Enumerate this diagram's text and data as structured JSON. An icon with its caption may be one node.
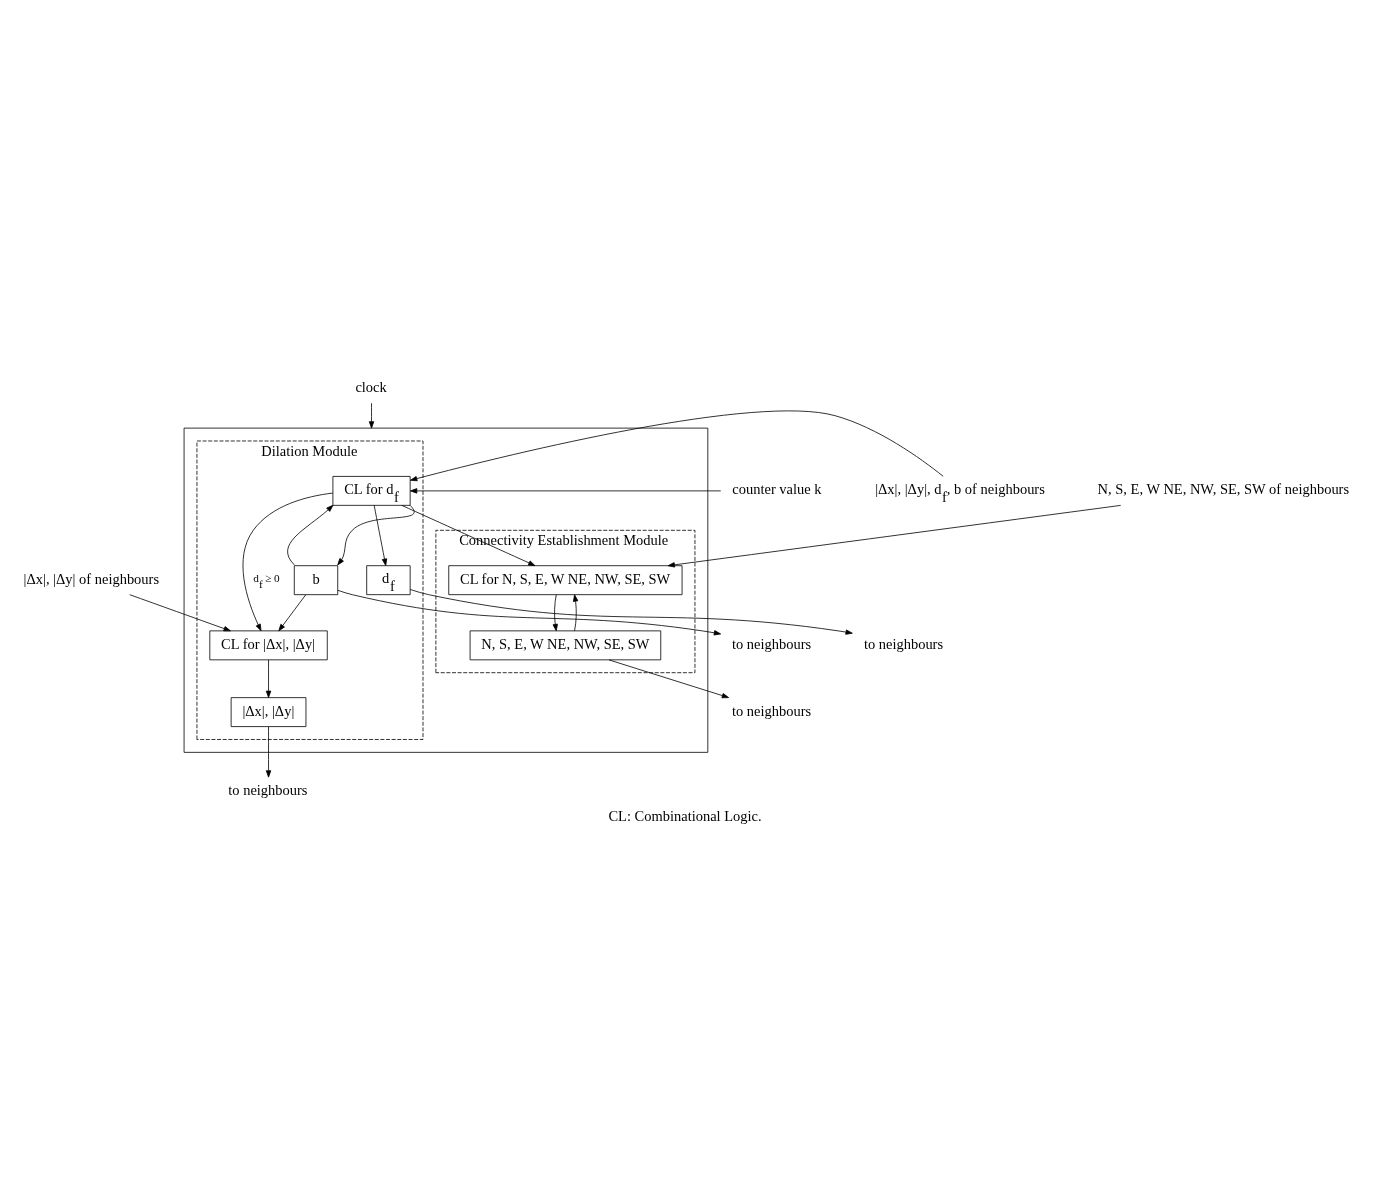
{
  "diagram": {
    "caption": "CL: Combinational Logic.",
    "nodes": [
      {
        "text": [],
        "shape": "box"
      },
      {
        "text": [
          "Dilation Module"
        ],
        "in": 0
      },
      {
        "text": [
          "d$_{f}$"
        ],
        "in": 1
      },
      {
        "text": [
          "|Δx|, |Δy|"
        ],
        "in": 1
      },
      {
        "text": [
          "CL for d$_{f}$"
        ],
        "in": 1
      },
      {
        "text": [
          "CL for |Δx|, |Δy|"
        ],
        "in": 1
      },
      {
        "text": [
          "b"
        ],
        "in": 1
      },
      {
        "text": [
          "Connectivity Establishment Module"
        ],
        "in": 0
      },
      {
        "text": [
          "CL for N, S, E, W NE, NW, SE, SW"
        ],
        "in": 7
      },
      {
        "text": [
          "N, S, E, W NE, NW, SE, SW"
        ],
        "in": 7
      },
      {
        "text": [
          "clock"
        ]
      },
      {
        "text": [
          "to neighbours"
        ]
      },
      {
        "text": [
          "to neighbours"
        ]
      },
      {
        "text": [
          "|Δx|, |Δy|, d$_{f}$, b of neighbours"
        ]
      },
      {
        "text": [
          "counter value k"
        ]
      },
      {
        "text": [
          "|Δx|, |Δy| of neighbours"
        ]
      },
      {
        "text": [
          "to neighbours"
        ]
      },
      {
        "text": [
          "N, S, E, W NE, NW, SE, SW of neighbours"
        ]
      },
      {
        "text": [
          "to neighbours"
        ]
      }
    ],
    "edges": [
      {
        "from": 10,
        "to": 0,
        "arrow": "to"
      },
      {
        "from": 2,
        "to": 11,
        "arrow": "to"
      },
      {
        "from": 3,
        "to": 12,
        "arrow": "to"
      },
      {
        "from": 4,
        "to": 2,
        "arrow": "to"
      },
      {
        "from": 5,
        "to": 3,
        "arrow": "to"
      },
      {
        "from": 13,
        "to": 4,
        "arrow": "to"
      },
      {
        "from": 14,
        "to": 4,
        "arrow": "to"
      },
      {
        "from": 15,
        "to": 5,
        "arrow": "to"
      },
      {
        "from": 6,
        "to": 4,
        "arrow": "to"
      },
      {
        "from": 4,
        "to": 5,
        "arrow": "to",
        "label": "d$_{f}$ ≥ 0"
      },
      {
        "from": 4,
        "to": 6,
        "arrow": "to"
      },
      {
        "from": 4,
        "to": 8,
        "arrow": "to"
      },
      {
        "from": 6,
        "to": 5,
        "arrow": "to"
      },
      {
        "from": 6,
        "to": 16,
        "arrow": "to"
      },
      {
        "from": 17,
        "to": 8,
        "arrow": "to"
      },
      {
        "from": 8,
        "to": 9,
        "arrow": "to"
      },
      {
        "from": 9,
        "to": 8,
        "arrow": "to"
      },
      {
        "from": 9,
        "to": 18,
        "arrow": "to"
      }
    ]
  }
}
